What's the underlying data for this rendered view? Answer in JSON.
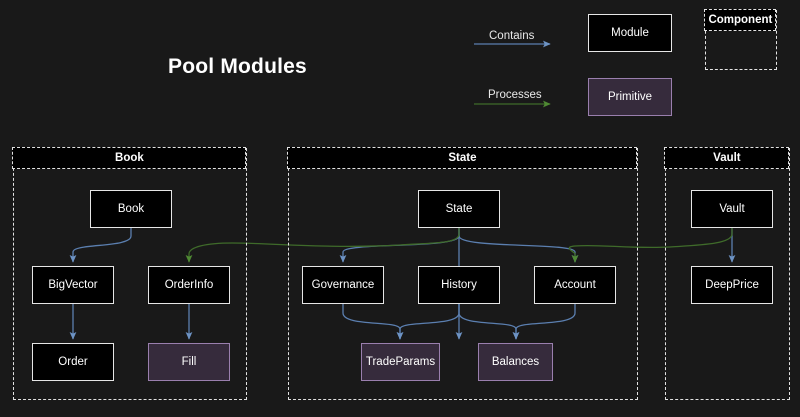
{
  "title": "Pool Modules",
  "colors": {
    "background": "#191919",
    "module_fill": "#000000",
    "module_border": "#e6e6e6",
    "primitive_fill": "#362b3c",
    "primitive_border": "#9a7fae",
    "contains_edge": "#5b7fb0",
    "processes_edge": "#3f6b2a",
    "group_border": "#e2e2e2"
  },
  "legend": {
    "contains_label": "Contains",
    "processes_label": "Processes",
    "module_label": "Module",
    "primitive_label": "Primitive",
    "component_label": "Component"
  },
  "groups": [
    {
      "id": "book",
      "label": "Book",
      "nodes": [
        {
          "id": "book",
          "label": "Book",
          "type": "module"
        },
        {
          "id": "bigvector",
          "label": "BigVector",
          "type": "module"
        },
        {
          "id": "orderinfo",
          "label": "OrderInfo",
          "type": "module"
        },
        {
          "id": "order",
          "label": "Order",
          "type": "module"
        },
        {
          "id": "fill",
          "label": "Fill",
          "type": "primitive"
        }
      ]
    },
    {
      "id": "state",
      "label": "State",
      "nodes": [
        {
          "id": "state",
          "label": "State",
          "type": "module"
        },
        {
          "id": "governance",
          "label": "Governance",
          "type": "module"
        },
        {
          "id": "history",
          "label": "History",
          "type": "module"
        },
        {
          "id": "account",
          "label": "Account",
          "type": "module"
        },
        {
          "id": "tradeparams",
          "label": "TradeParams",
          "type": "primitive"
        },
        {
          "id": "balances",
          "label": "Balances",
          "type": "primitive"
        }
      ]
    },
    {
      "id": "vault",
      "label": "Vault",
      "nodes": [
        {
          "id": "vault",
          "label": "Vault",
          "type": "module"
        },
        {
          "id": "deepprice",
          "label": "DeepPrice",
          "type": "module"
        }
      ]
    }
  ],
  "edges": [
    {
      "from": "book",
      "to": "bigvector",
      "kind": "contains"
    },
    {
      "from": "bigvector",
      "to": "order",
      "kind": "contains"
    },
    {
      "from": "orderinfo",
      "to": "fill",
      "kind": "contains"
    },
    {
      "from": "state",
      "to": "governance",
      "kind": "contains"
    },
    {
      "from": "state",
      "to": "history",
      "kind": "contains"
    },
    {
      "from": "governance",
      "to": "tradeparams",
      "kind": "contains"
    },
    {
      "from": "history",
      "to": "tradeparams",
      "kind": "contains"
    },
    {
      "from": "history",
      "to": "balances",
      "kind": "contains"
    },
    {
      "from": "account",
      "to": "balances",
      "kind": "contains"
    },
    {
      "from": "vault",
      "to": "deepprice",
      "kind": "contains"
    },
    {
      "from": "state",
      "to": "orderinfo",
      "kind": "processes"
    },
    {
      "from": "vault",
      "to": "account",
      "kind": "processes"
    }
  ]
}
